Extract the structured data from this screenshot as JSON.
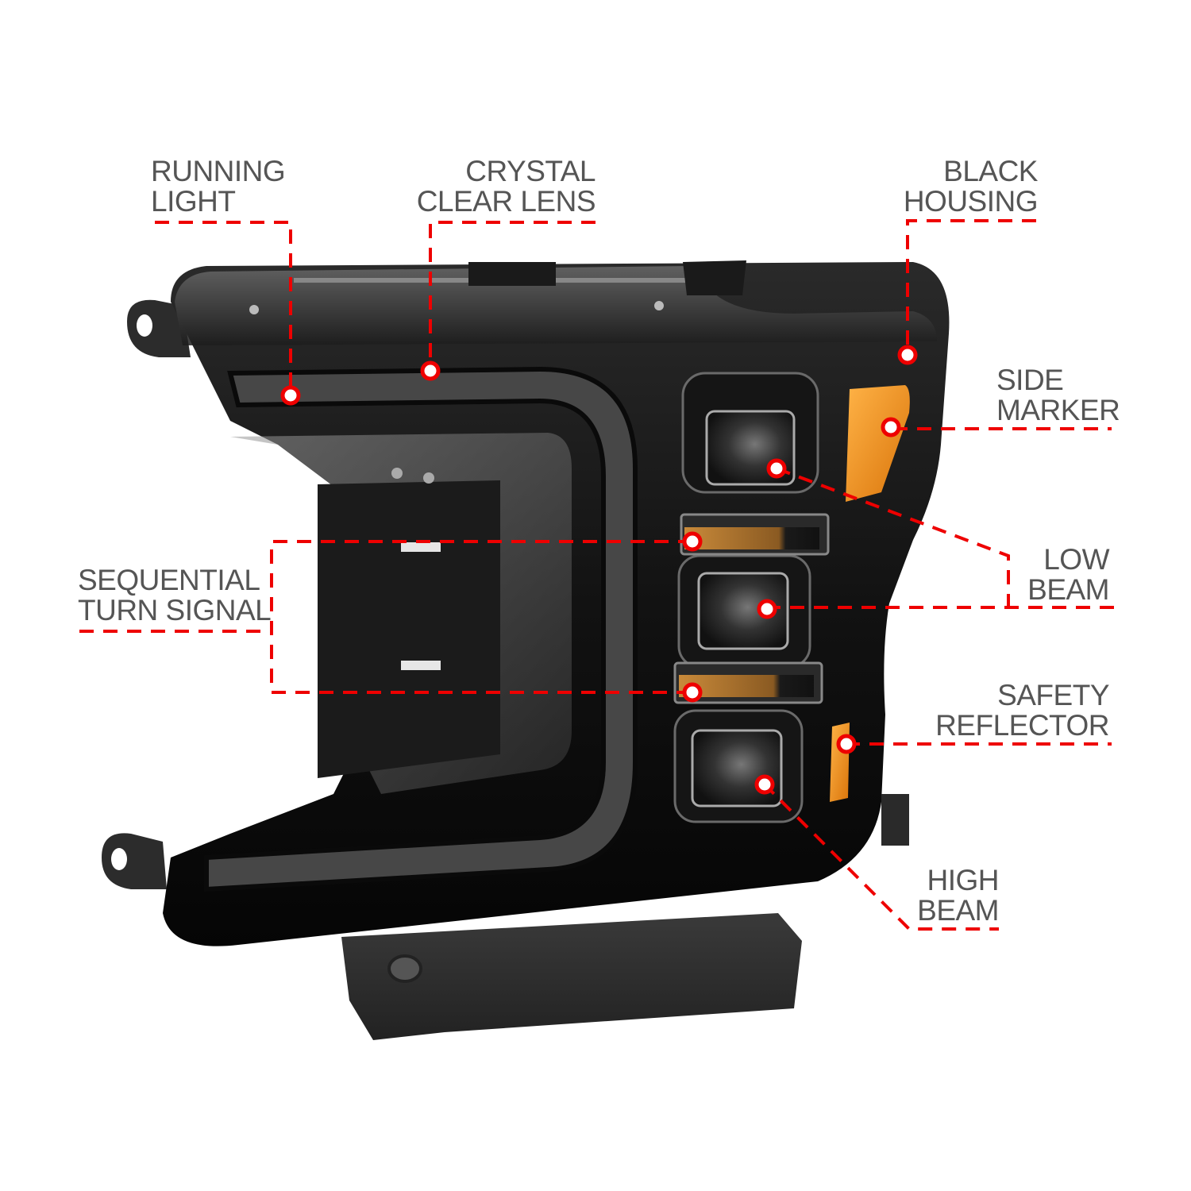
{
  "diagram": {
    "subject": "Black housing headlight with sequential turn signal",
    "accent_color": "#ee0000",
    "text_color": "#555555",
    "callouts": [
      {
        "id": "running-light",
        "lines": [
          "RUNNING",
          "LIGHT"
        ]
      },
      {
        "id": "crystal-clear-lens",
        "lines": [
          "CRYSTAL",
          "CLEAR LENS"
        ]
      },
      {
        "id": "black-housing",
        "lines": [
          "BLACK",
          "HOUSING"
        ]
      },
      {
        "id": "side-marker",
        "lines": [
          "SIDE",
          "MARKER"
        ]
      },
      {
        "id": "sequential-turn-signal",
        "lines": [
          "SEQUENTIAL",
          "TURN SIGNAL"
        ]
      },
      {
        "id": "low-beam",
        "lines": [
          "LOW",
          "BEAM"
        ]
      },
      {
        "id": "safety-reflector",
        "lines": [
          "SAFETY",
          "REFLECTOR"
        ]
      },
      {
        "id": "high-beam",
        "lines": [
          "HIGH",
          "BEAM"
        ]
      }
    ]
  }
}
